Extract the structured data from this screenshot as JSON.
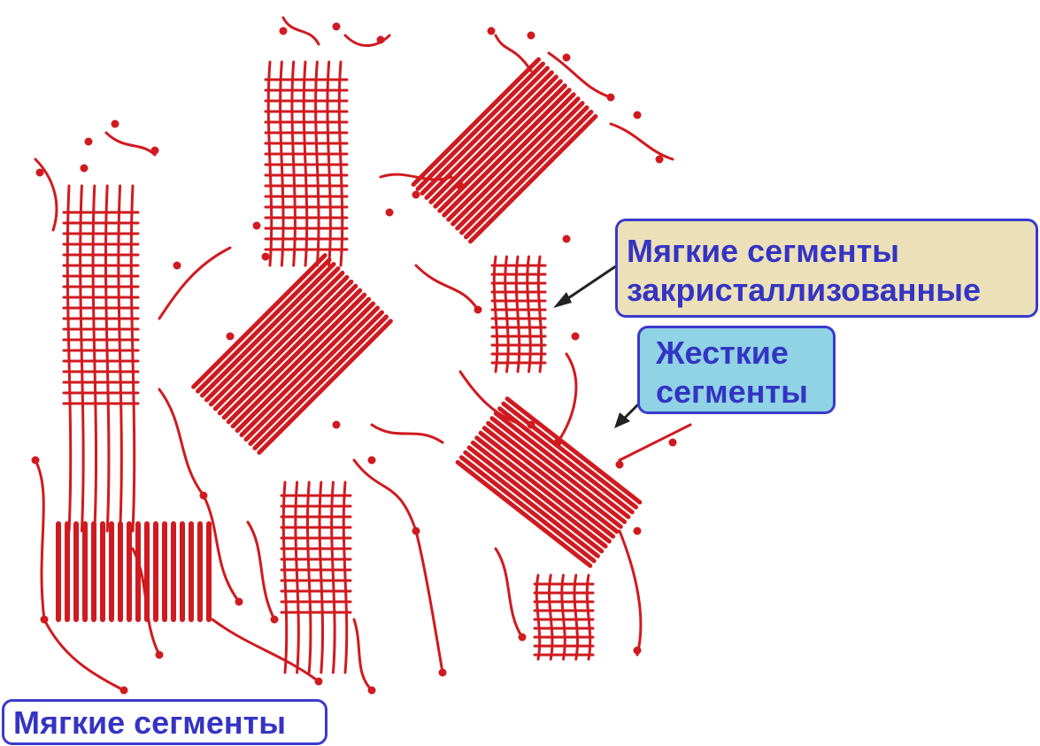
{
  "labels": {
    "soft_crystallized": [
      "Мягкие сегменты",
      "закристаллизованные"
    ],
    "hard": [
      "Жесткие",
      "сегменты"
    ],
    "soft": "Мягкие сегменты"
  },
  "colors": {
    "chain": "#d01a1f",
    "label_border": "#3a3acc",
    "label_text": "#3434c4",
    "soft_cryst_bg": "#ece0b8",
    "hard_bg": "#8fd3e4"
  }
}
